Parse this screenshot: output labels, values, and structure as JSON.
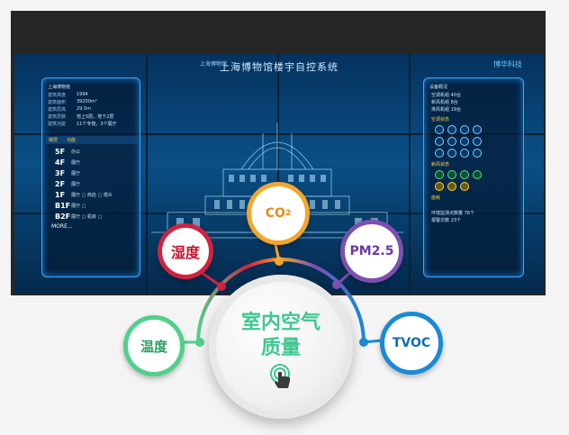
{
  "video_wall": {
    "system_title": "上海博物馆楼宇自控系统",
    "logo_left": "上海博物馆",
    "logo_right": "博华科技",
    "left_panel": {
      "title": "上海博物馆",
      "info": [
        {
          "key": "建筑高度",
          "value": "1994"
        },
        {
          "key": "建筑面积",
          "value": "39200m²"
        },
        {
          "key": "建筑层高",
          "value": "29.5m"
        },
        {
          "key": "建筑层数",
          "value": "地上5层，地下2层"
        },
        {
          "key": "建筑功能",
          "value": "11个专馆，3个展厅"
        }
      ],
      "floor_header": [
        "楼层",
        "功能"
      ],
      "floors": [
        {
          "name": "5F",
          "tag": "办公"
        },
        {
          "name": "4F",
          "tag": "展厅"
        },
        {
          "name": "3F",
          "tag": "展厅"
        },
        {
          "name": "2F",
          "tag": "展厅"
        },
        {
          "name": "1F",
          "tag": "展厅 ▢ 商店 ▢ 观众"
        },
        {
          "name": "B1F",
          "tag": "展厅 ▢"
        },
        {
          "name": "B2F",
          "tag": "展厅 ▢ 机房 ▢"
        }
      ],
      "more": "MORE..."
    },
    "right_panel": {
      "title": "设备概况",
      "stats": [
        {
          "key": "空调机组",
          "value": "40台"
        },
        {
          "key": "新风机组",
          "value": "8台"
        },
        {
          "key": "排风机组",
          "value": "19台"
        }
      ],
      "section_a": "空调状态",
      "section_b": "新风状态",
      "section_c": "能耗",
      "footer": [
        {
          "key": "环境监测点数量",
          "value": "76个"
        },
        {
          "key": "报警次数",
          "value": "23个"
        }
      ]
    }
  },
  "air_quality": {
    "center_line1": "室内空气",
    "center_line2": "质量",
    "bubbles": {
      "co2_main": "CO",
      "co2_sub": "2",
      "humidity": "湿度",
      "pm25": "PM2.5",
      "temperature": "温度",
      "tvoc": "TVOC"
    }
  },
  "colors": {
    "co2": "#f5a629",
    "humidity": "#d1223f",
    "pm25": "#7d4fb0",
    "temperature": "#52d08b",
    "tvoc": "#1a8ad6",
    "center_text": "#3fc78f"
  }
}
